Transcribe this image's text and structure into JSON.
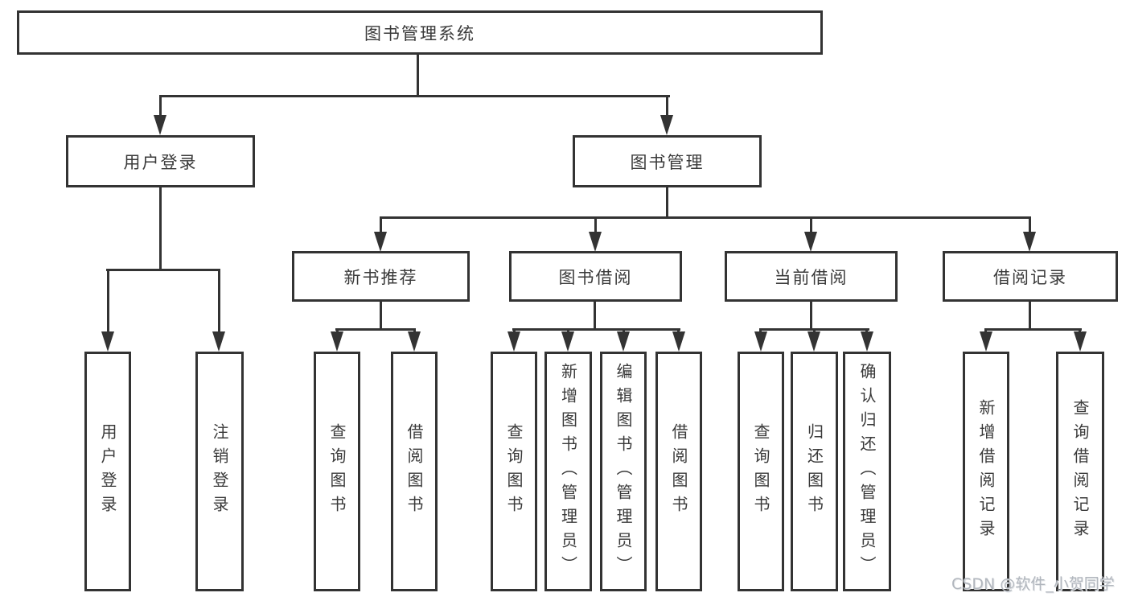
{
  "tree": {
    "label": "图书管理系统",
    "children": [
      {
        "label": "用户登录",
        "children": [
          {
            "label": "用户登录"
          },
          {
            "label": "注销登录"
          }
        ]
      },
      {
        "label": "图书管理",
        "children": [
          {
            "label": "新书推荐",
            "children": [
              {
                "label": "查询图书"
              },
              {
                "label": "借阅图书"
              }
            ]
          },
          {
            "label": "图书借阅",
            "children": [
              {
                "label": "查询图书"
              },
              {
                "label": "新增图书（管理员）"
              },
              {
                "label": "编辑图书（管理员）"
              },
              {
                "label": "借阅图书"
              }
            ]
          },
          {
            "label": "当前借阅",
            "children": [
              {
                "label": "查询图书"
              },
              {
                "label": "归还图书"
              },
              {
                "label": "确认归还（管理员）"
              }
            ]
          },
          {
            "label": "借阅记录",
            "children": [
              {
                "label": "新增借阅记录"
              },
              {
                "label": "查询借阅记录"
              }
            ]
          }
        ]
      }
    ]
  },
  "watermark": {
    "text": "CSDN @软件_小贺同学"
  },
  "colors": {
    "line": "#333333",
    "text": "#3a3a3a",
    "background": "#ffffff",
    "watermark": "#b2b7be"
  }
}
